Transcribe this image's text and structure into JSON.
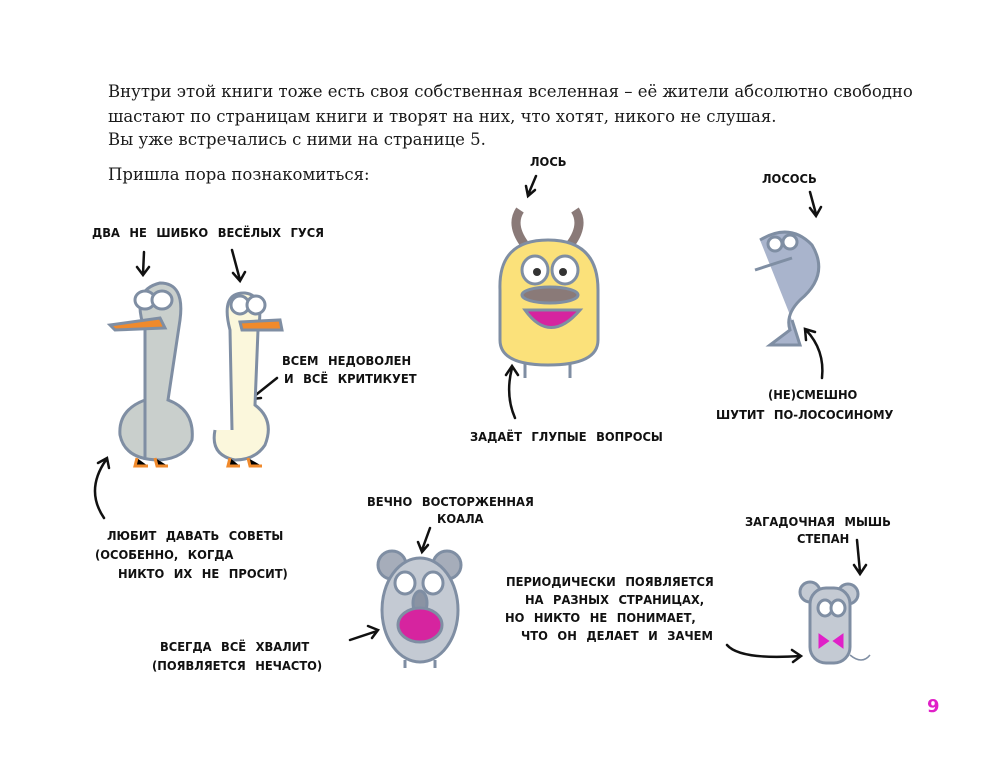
{
  "intro": {
    "line1": "Внутри этой книги тоже есть своя собственная вселенная – её жители абсолютно свободно",
    "line2": "шастают по страницам книги и творят на них, что хотят, никого не слушая.",
    "line3": "Вы уже встречались с ними на странице 5.",
    "line4": "Пришла пора познакомиться:"
  },
  "labels": {
    "geese": "Два не шибко весёлых гуся",
    "goose_right": [
      "Всем недоволен",
      "и всё критикует"
    ],
    "goose_left": [
      "Любит давать советы",
      "(особенно, когда",
      "никто их не просит)"
    ],
    "moose": "Лось",
    "moose_note": "Задаёт глупые вопросы",
    "salmon": "Лосось",
    "salmon_note": [
      "(Не)смешно",
      "шутит по-лососиному"
    ],
    "koala": [
      "Вечно восторженная",
      "коала"
    ],
    "koala_note": [
      "Всегда всё хвалит",
      "(появляется нечасто)"
    ],
    "mouse": [
      "Загадочная мышь",
      "Степан"
    ],
    "mouse_note": [
      "Периодически появляется",
      "на разных страницах,",
      "но никто не понимает,",
      "что он делает и зачем"
    ]
  },
  "page_number": "9",
  "colors": {
    "accent": "#e020c8",
    "outline": "#7f8ea3",
    "moose": "#fbe17a",
    "goose_grey": "#c9cfcc",
    "goose_cream": "#fbf7dc",
    "beak": "#f08a2c"
  }
}
